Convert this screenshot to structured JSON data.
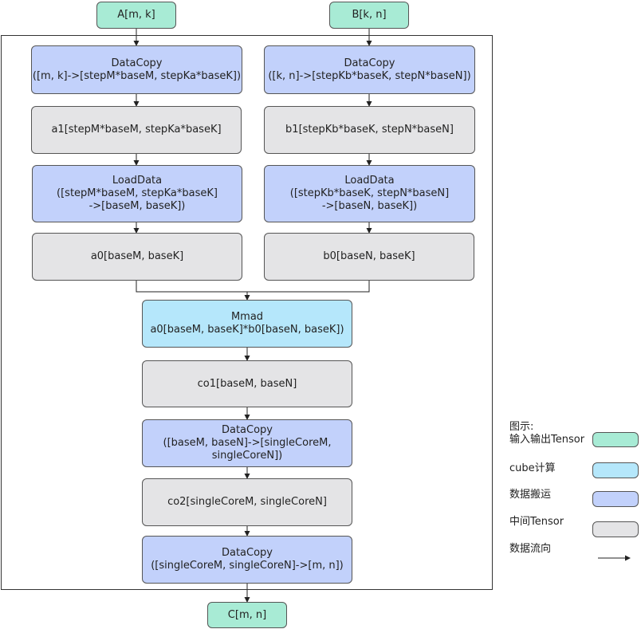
{
  "colors": {
    "io_tensor": "#a8ebd5",
    "cube_compute": "#b5e7fb",
    "data_copy": "#c2d1fb",
    "intermediate_tensor": "#e4e4e6"
  },
  "nodes": {
    "input_a": "A[m, k]",
    "input_b": "B[k, n]",
    "copy_a": {
      "title": "DataCopy",
      "line1": "([m, k]->[stepM*baseM, stepKa*baseK])"
    },
    "copy_b": {
      "title": "DataCopy",
      "line1": "([k, n]->[stepKb*baseK, stepN*baseN])"
    },
    "a1": "a1[stepM*baseM, stepKa*baseK]",
    "b1": "b1[stepKb*baseK, stepN*baseN]",
    "load_a": {
      "title": "LoadData",
      "line1": "([stepM*baseM, stepKa*baseK]",
      "line2": "->[baseM, baseK])"
    },
    "load_b": {
      "title": "LoadData",
      "line1": "([stepKb*baseK, stepN*baseN]",
      "line2": "->[baseN, baseK])"
    },
    "a0": "a0[baseM, baseK]",
    "b0": "b0[baseN, baseK]",
    "mmad": {
      "title": "Mmad",
      "line1": "a0[baseM, baseK]*b0[baseN, baseK])"
    },
    "co1": "co1[baseM, baseN]",
    "copy_co1": {
      "title": "DataCopy",
      "line1": "([baseM, baseN]->[singleCoreM,",
      "line2": "singleCoreN])"
    },
    "co2": "co2[singleCoreM, singleCoreN]",
    "copy_out": {
      "title": "DataCopy",
      "line1": "([singleCoreM, singleCoreN]->[m, n])"
    },
    "output_c": "C[m, n]"
  },
  "legend": {
    "title": "图示:",
    "io_tensor": "输入输出Tensor",
    "cube_compute": "cube计算",
    "data_copy": "数据搬运",
    "intermediate_tensor": "中间Tensor",
    "data_flow": "数据流向"
  }
}
